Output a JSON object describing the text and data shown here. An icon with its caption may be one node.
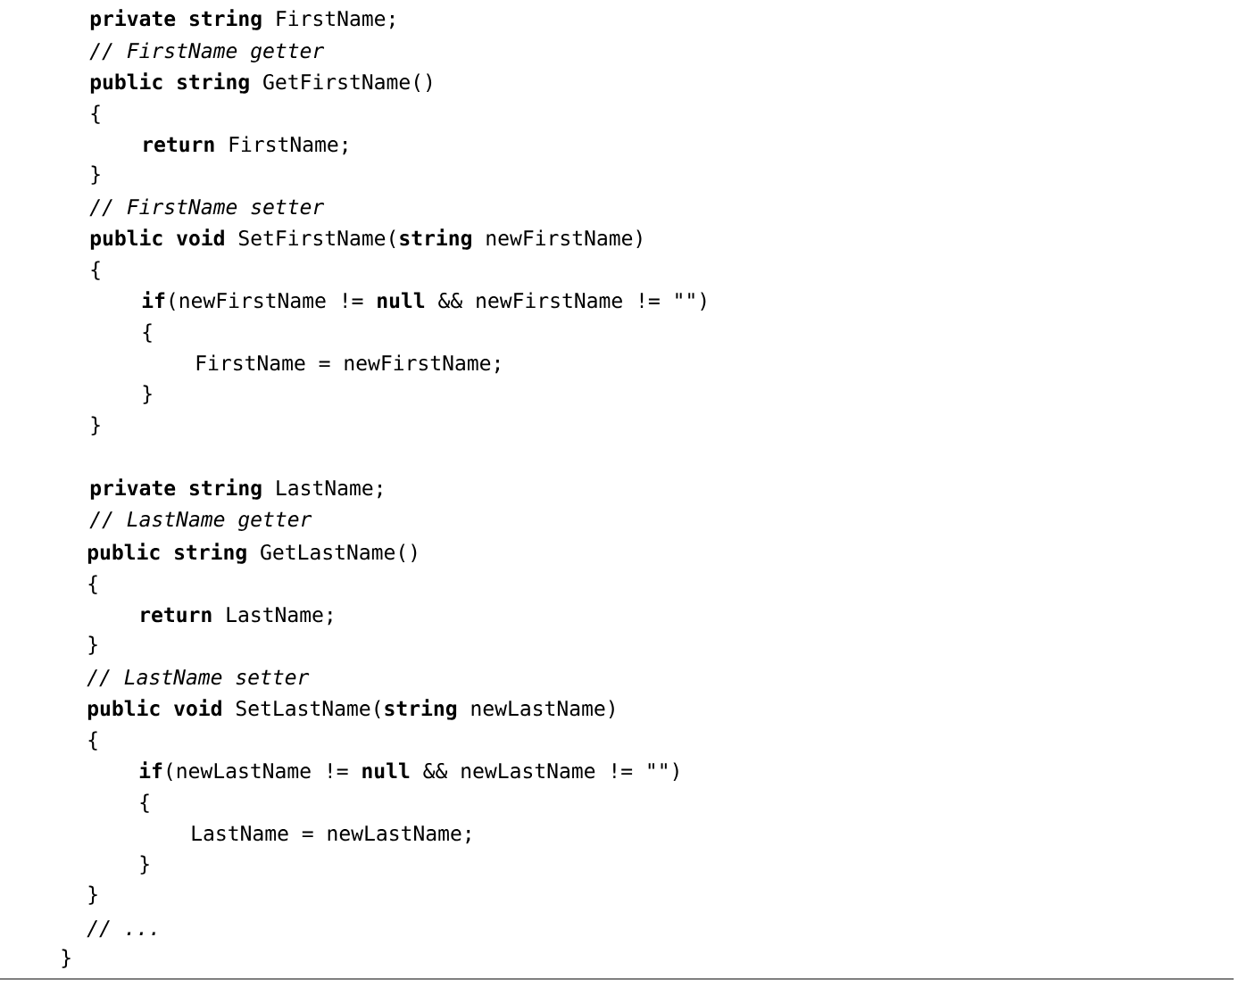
{
  "diagram": {
    "labels": [
      "**private** **string** FirstName;",
      "// FirstName getter",
      "**public** **string** GetFirstName()",
      "{",
      "**return** FirstName;",
      "}",
      "// FirstName setter",
      "**public** **void** SetFirstName(**string** newFirstName)",
      "{",
      "**if**(newFirstName != **null** && newFirstName != \"\")",
      "{",
      "FirstName = newFirstName;",
      "}",
      "}",
      "**private** **string** LastName;",
      "// LastName getter",
      "**public** **string** GetLastName()",
      "{",
      "**return** LastName;",
      "}",
      "// LastName setter",
      "**public** **void** SetLastName(**string** newLastName)",
      "{",
      "**if**(newLastName != **null** && newLastName != \"\")",
      "{",
      "LastName = newLastName;",
      "}",
      "}",
      "// ...",
      "}"
    ]
  }
}
